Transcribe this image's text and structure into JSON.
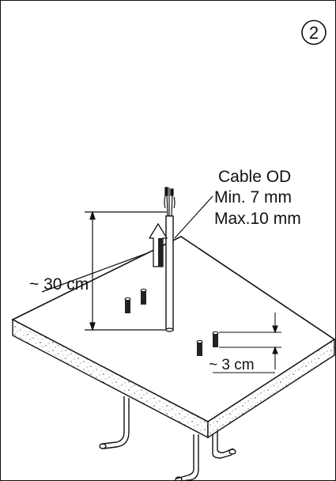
{
  "step": {
    "number": "2"
  },
  "callouts": {
    "cable_od_title": "Cable OD",
    "cable_min": "Min. 7 mm",
    "cable_max": "Max.10 mm",
    "cable_height": "~ 30 cm",
    "spacer_height": "~ 3 cm"
  }
}
